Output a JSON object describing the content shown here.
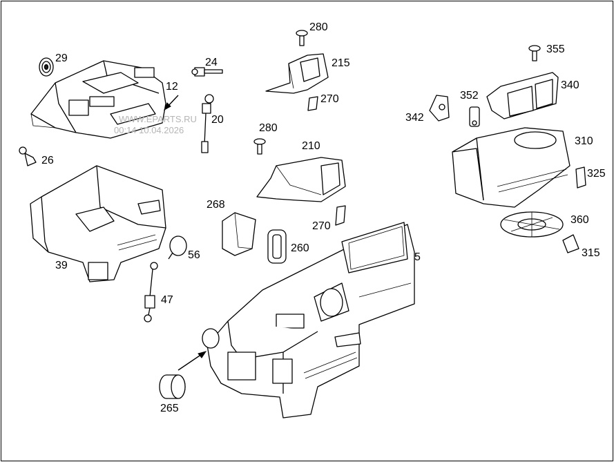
{
  "watermark": {
    "site": "WWW.EPARTS.RU",
    "stamp": "00:14 10.04.2026"
  },
  "callouts": [
    {
      "id": "c29",
      "text": "29"
    },
    {
      "id": "c24",
      "text": "24"
    },
    {
      "id": "c12",
      "text": "12"
    },
    {
      "id": "c20",
      "text": "20"
    },
    {
      "id": "c26",
      "text": "26"
    },
    {
      "id": "c39",
      "text": "39"
    },
    {
      "id": "c56",
      "text": "56"
    },
    {
      "id": "c47",
      "text": "47"
    },
    {
      "id": "c280a",
      "text": "280"
    },
    {
      "id": "c215",
      "text": "215"
    },
    {
      "id": "c270a",
      "text": "270"
    },
    {
      "id": "c280b",
      "text": "280"
    },
    {
      "id": "c210",
      "text": "210"
    },
    {
      "id": "c268",
      "text": "268"
    },
    {
      "id": "c270b",
      "text": "270"
    },
    {
      "id": "c260",
      "text": "260"
    },
    {
      "id": "c5",
      "text": "5"
    },
    {
      "id": "c265",
      "text": "265"
    },
    {
      "id": "c355",
      "text": "355"
    },
    {
      "id": "c340",
      "text": "340"
    },
    {
      "id": "c352",
      "text": "352"
    },
    {
      "id": "c342",
      "text": "342"
    },
    {
      "id": "c310",
      "text": "310"
    },
    {
      "id": "c325",
      "text": "325"
    },
    {
      "id": "c360",
      "text": "360"
    },
    {
      "id": "c315",
      "text": "315"
    }
  ]
}
